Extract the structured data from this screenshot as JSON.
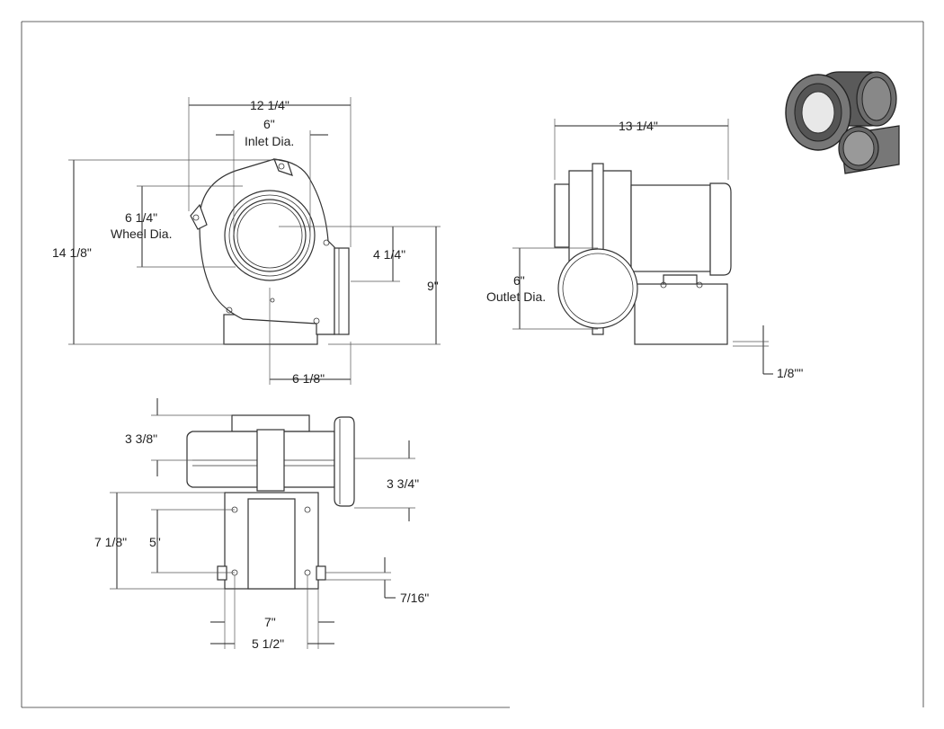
{
  "dimensions": {
    "overall_width": "12 1/4\"",
    "inlet_dia": "6\"",
    "inlet_label": "Inlet Dia.",
    "wheel_dia": "6 1/4\"",
    "wheel_label": "Wheel Dia.",
    "overall_height": "14 1/8\"",
    "outlet_offset": "4 1/4\"",
    "outlet_height": "9\"",
    "base_offset": "6 1/8\"",
    "side_length": "13 1/4\"",
    "outlet_dia": "6\"",
    "outlet_label": "Outlet Dia.",
    "base_thickness": "1/8\"\"",
    "top_depth": "3 3/8\"",
    "duct_depth": "3 3/4\"",
    "stand_height": "7 1/8\"",
    "hole_spacing_v": "5\"",
    "hole_offset": "7/16\"",
    "stand_width": "7\"",
    "hole_spacing_h": "5 1/2\""
  }
}
